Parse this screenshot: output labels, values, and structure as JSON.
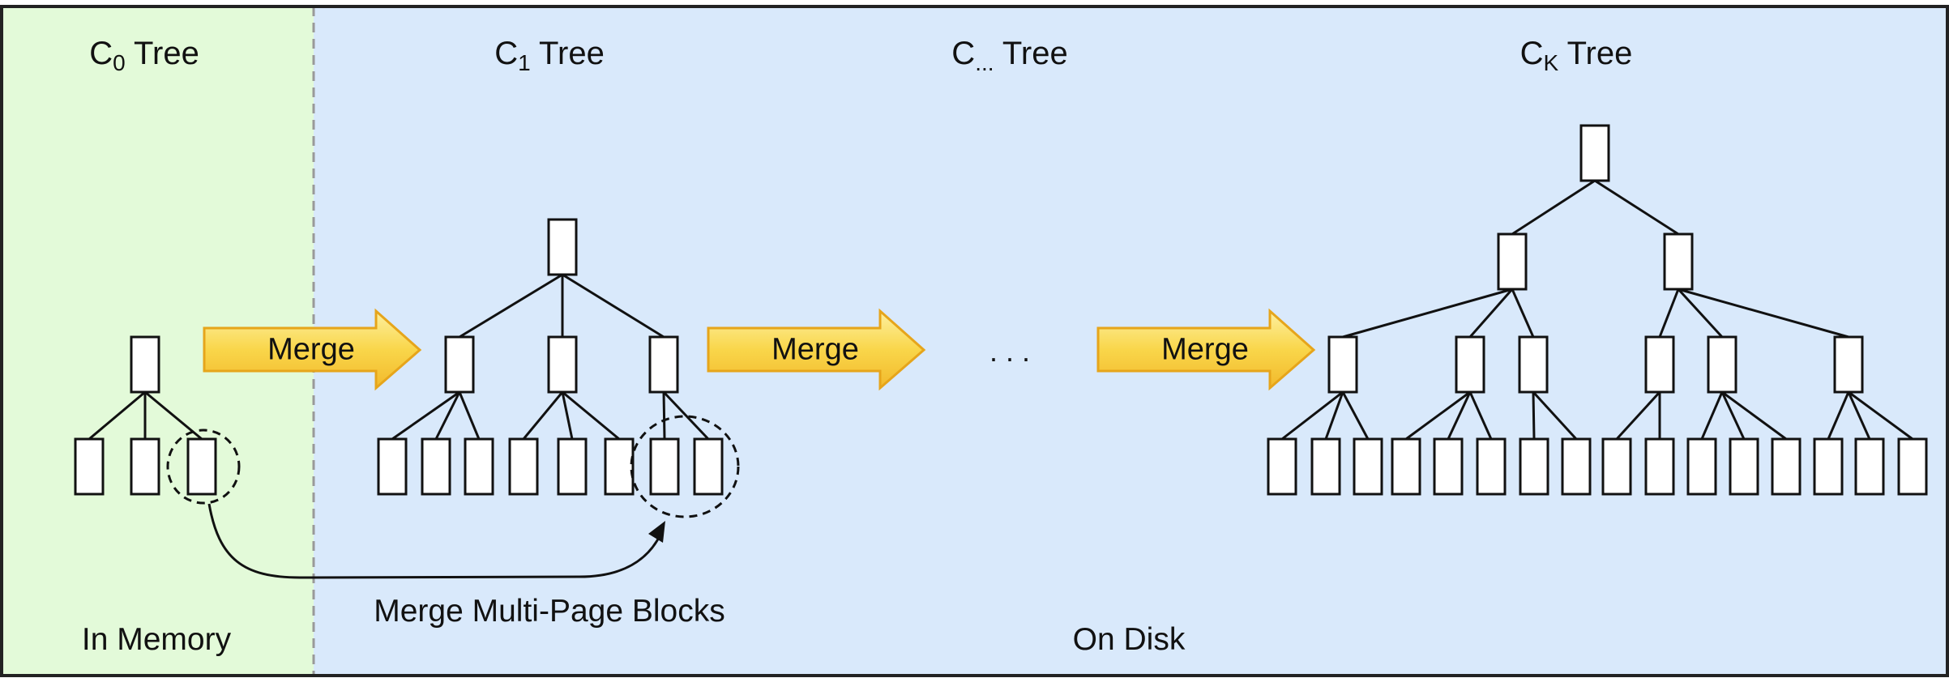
{
  "trees": [
    {
      "prefix": "C",
      "sub": "0",
      "suffix": " Tree"
    },
    {
      "prefix": "C",
      "sub": "1",
      "suffix": " Tree"
    },
    {
      "prefix": "C",
      "sub": "...",
      "suffix": " Tree"
    },
    {
      "prefix": "C",
      "sub": "K",
      "suffix": " Tree"
    }
  ],
  "merges": [
    "Merge",
    "Merge",
    "Merge"
  ],
  "ellipsis": ". . .",
  "zones": {
    "memory": "In Memory",
    "disk": "On Disk"
  },
  "caption": "Merge Multi-Page Blocks",
  "colors": {
    "memory_bg": "#e3fad9",
    "disk_bg": "#d9e9fb",
    "arrow_fill": "#f9d64a",
    "arrow_stroke": "#e6a51b",
    "frame": "#222222"
  }
}
